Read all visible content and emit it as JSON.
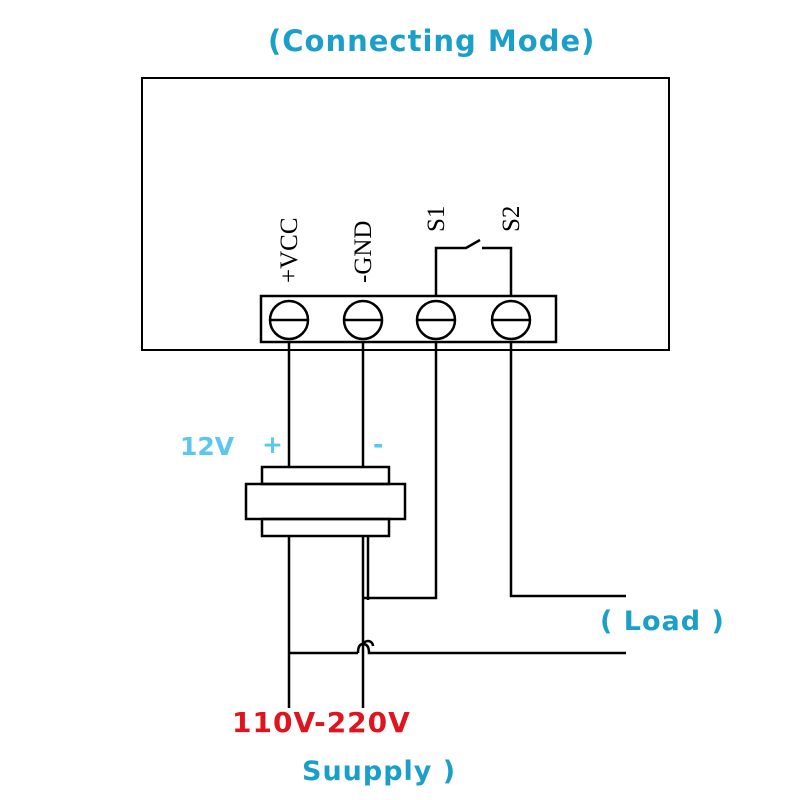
{
  "title": "(Connecting  Mode)",
  "terminals": [
    {
      "label": "+VCC"
    },
    {
      "label": "-GND"
    },
    {
      "label": "S1"
    },
    {
      "label": "S2"
    }
  ],
  "dc_supply": {
    "voltage": "12V",
    "plus": "+",
    "minus": "-"
  },
  "load_label": "( Load )",
  "mains": {
    "voltage": "110V-220V",
    "label": "Suupply )"
  },
  "colors": {
    "title": "#1aa0c8",
    "dc_label": "#5bc6f0",
    "mains_voltage": "#e0141e",
    "wire": "#000000"
  }
}
